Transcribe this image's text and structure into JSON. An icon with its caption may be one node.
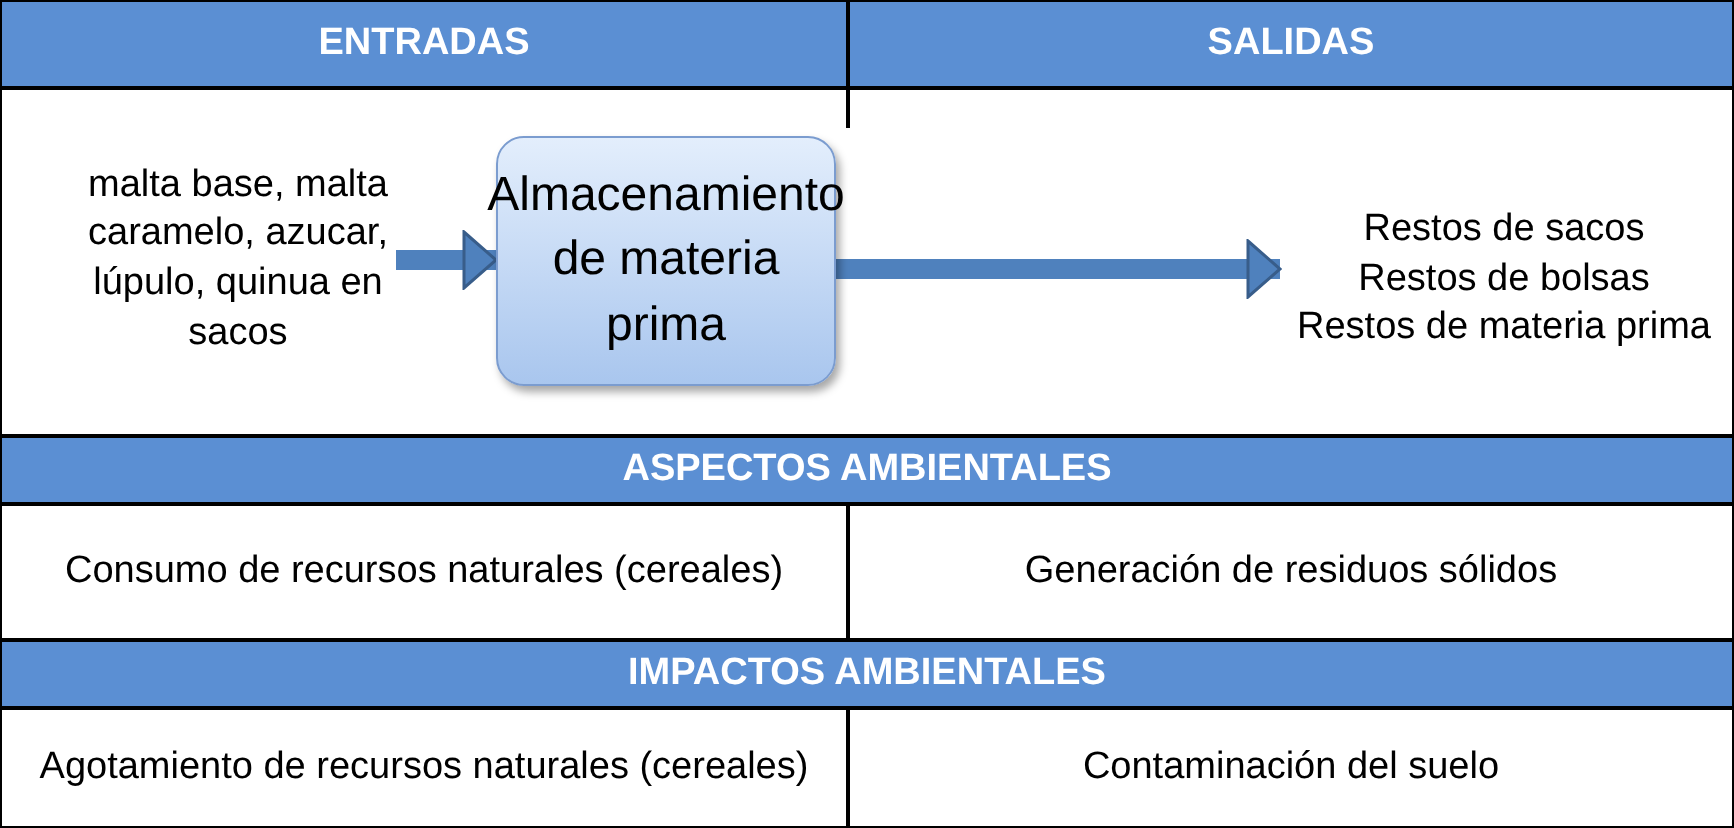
{
  "diagram": {
    "nodes": [
      {
        "text": [
          "malta base, malta caramelo, azucar, lúpulo, quinua en sacos"
        ]
      },
      {
        "text": [
          "Almacenamiento de materia prima"
        ]
      },
      {
        "text": [
          "Restos de sacos",
          "Restos de bolsas",
          "Restos de materia prima"
        ]
      }
    ],
    "edges": [
      {
        "from": 0,
        "to": 1,
        "arrow": "to"
      },
      {
        "from": 1,
        "to": 2,
        "arrow": "to"
      }
    ],
    "labels": [
      "ENTRADAS",
      "SALIDAS",
      "ASPECTOS AMBIENTALES",
      "Consumo de recursos naturales (cereales)",
      "Generación de residuos sólidos",
      "IMPACTOS AMBIENTALES",
      "Agotamiento de recursos naturales (cereales)",
      "Contaminación del suelo"
    ]
  }
}
